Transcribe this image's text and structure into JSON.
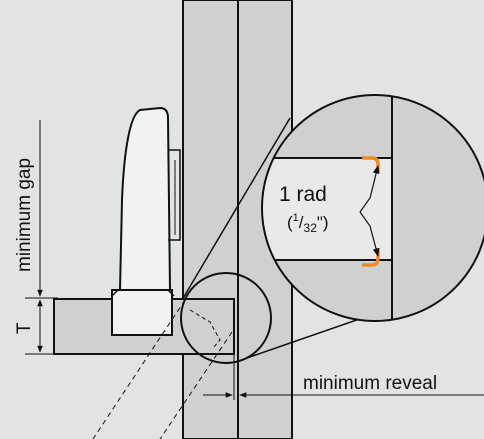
{
  "labels": {
    "minimum_gap": "minimum gap",
    "t": "T",
    "minimum_reveal": "minimum reveal",
    "radius_value": "1 rad",
    "radius_open": "(",
    "radius_num": "1",
    "radius_slash": "/",
    "radius_den": "32",
    "radius_close": "\")"
  },
  "colors": {
    "background": "#e2e4e4",
    "panel": "#cfd1d1",
    "panel_light": "#e8e9e9",
    "hinge": "#f2f2f2",
    "line": "#111111",
    "radius_mark": "#f08a24"
  }
}
